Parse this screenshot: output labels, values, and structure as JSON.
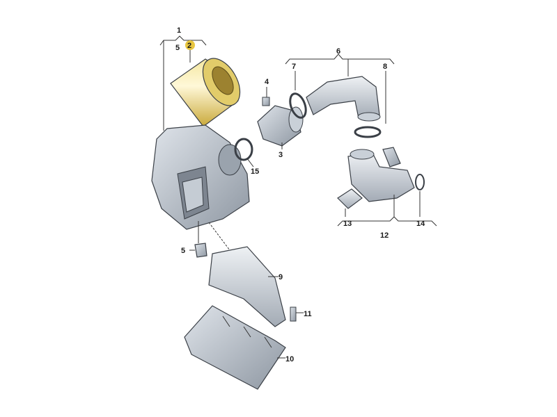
{
  "diagram": {
    "type": "exploded-parts-diagram",
    "highlight_color": "#e8c640",
    "labels": {
      "p1": "1",
      "p5a": "5",
      "p2": "2",
      "p4": "4",
      "p3": "3",
      "p15": "15",
      "p6": "6",
      "p7": "7",
      "p8": "8",
      "p12": "12",
      "p13": "13",
      "p14": "14",
      "p5b": "5",
      "p9": "9",
      "p11": "11",
      "p10": "10"
    }
  }
}
